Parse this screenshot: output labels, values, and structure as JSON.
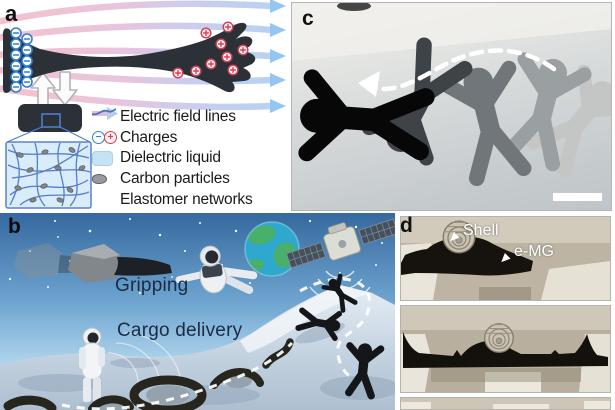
{
  "figure": {
    "panels": {
      "a": {
        "label": "a",
        "charge_minus": "−",
        "charge_plus": "+",
        "legend": [
          {
            "label": "Electric field lines"
          },
          {
            "label": "Charges"
          },
          {
            "label": "Dielectric liquid"
          },
          {
            "label": "Carbon particles"
          },
          {
            "label": "Elastomer networks"
          }
        ]
      },
      "b": {
        "label": "b",
        "gripping_label": "Gripping",
        "cargo_label": "Cargo delivery"
      },
      "c": {
        "label": "c"
      },
      "d": {
        "label": "d",
        "shell_label": "Shell",
        "emg_label": "e-MG"
      }
    },
    "colors": {
      "field_line_pink": "#f4b9c6",
      "field_line_blue": "#a9cef2",
      "charge_minus_blue": "#2f7fd4",
      "charge_plus_red": "#d64054",
      "dielectric_blue": "#c7e2f2",
      "elastomer_blue": "#4a72c4",
      "gel_black": "#23272c",
      "sky_blue": "#3a72ad",
      "annotation_navy": "#1c2b45",
      "photo_tan": "#b3a996"
    }
  }
}
